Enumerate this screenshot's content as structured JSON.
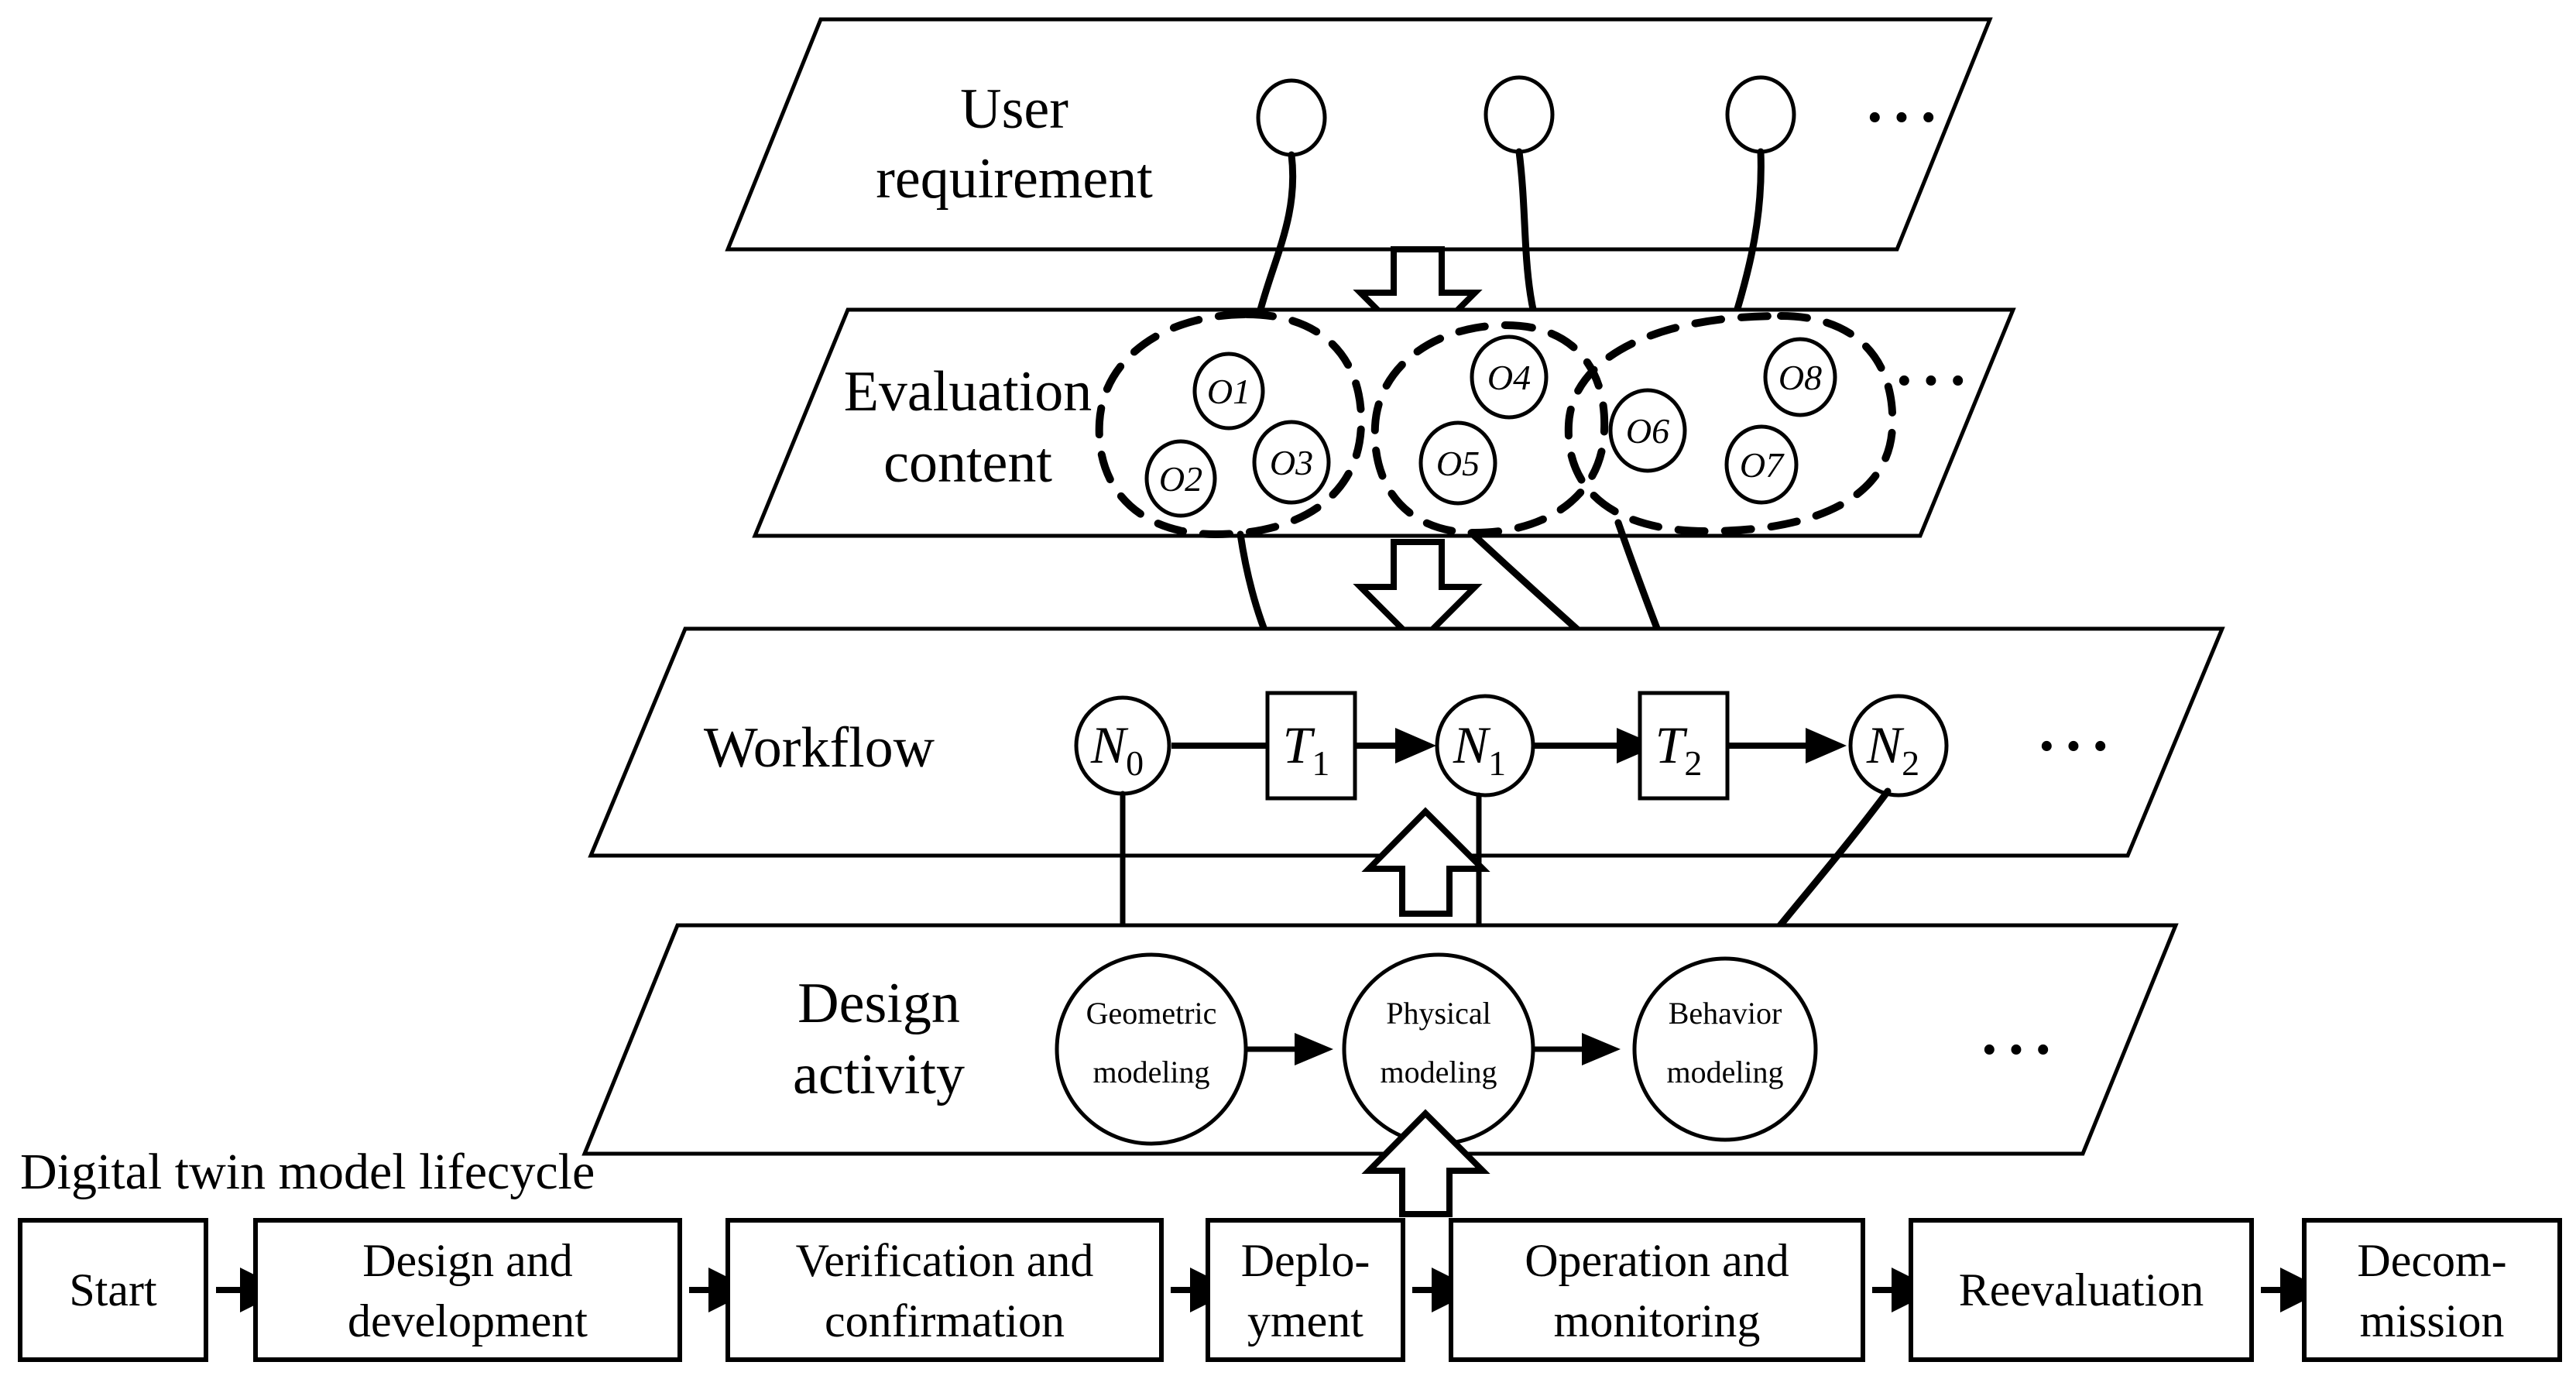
{
  "figure": {
    "title_text": "Digital twin model lifecycle",
    "ellipsis": "···"
  },
  "layers": [
    {
      "id": "user-requirement",
      "label_line1": "User",
      "label_line2": "requirement",
      "ellipsis": "···"
    },
    {
      "id": "evaluation-content",
      "label_line1": "Evaluation",
      "label_line2": "content",
      "ellipsis": "···"
    },
    {
      "id": "workflow",
      "label_line1": "Workflow",
      "label_line2": "",
      "ellipsis": "···"
    },
    {
      "id": "design-activity",
      "label_line1": "Design",
      "label_line2": "activity",
      "ellipsis": "···"
    }
  ],
  "user_requirement": {
    "nodes": [
      {
        "id": "ur1",
        "label": ""
      },
      {
        "id": "ur2",
        "label": ""
      },
      {
        "id": "ur3",
        "label": ""
      }
    ],
    "ellipsis": "···"
  },
  "evaluation_content": {
    "nodes": [
      {
        "id": "O1",
        "label": "O1"
      },
      {
        "id": "O2",
        "label": "O2"
      },
      {
        "id": "O3",
        "label": "O3"
      },
      {
        "id": "O4",
        "label": "O4"
      },
      {
        "id": "O5",
        "label": "O5"
      },
      {
        "id": "O6",
        "label": "O6"
      },
      {
        "id": "O7",
        "label": "O7"
      },
      {
        "id": "O8",
        "label": "O8"
      }
    ],
    "groups": [
      {
        "id": "group-1",
        "members": [
          "O1",
          "O2",
          "O3"
        ]
      },
      {
        "id": "group-2",
        "members": [
          "O4",
          "O5"
        ]
      },
      {
        "id": "group-3",
        "members": [
          "O6",
          "O7",
          "O8"
        ]
      }
    ],
    "ellipsis": "···"
  },
  "workflow": {
    "nodes": [
      {
        "id": "N0",
        "base": "N",
        "sub": "0",
        "type": "place"
      },
      {
        "id": "T1",
        "base": "T",
        "sub": "1",
        "type": "transition"
      },
      {
        "id": "N1",
        "base": "N",
        "sub": "1",
        "type": "place"
      },
      {
        "id": "T2",
        "base": "T",
        "sub": "2",
        "type": "transition"
      },
      {
        "id": "N2",
        "base": "N",
        "sub": "2",
        "type": "place"
      }
    ],
    "ellipsis": "···"
  },
  "design_activity": {
    "nodes": [
      {
        "id": "geometric-modeling",
        "line1": "Geometric",
        "line2": "modeling"
      },
      {
        "id": "physical-modeling",
        "line1": "Physical",
        "line2": "modeling"
      },
      {
        "id": "behavior-modeling",
        "line1": "Behavior",
        "line2": "modeling"
      }
    ],
    "ellipsis": "···"
  },
  "lifecycle": {
    "title": "Digital twin model lifecycle",
    "stages": [
      {
        "id": "start",
        "line1": "Start",
        "line2": ""
      },
      {
        "id": "design-and-development",
        "line1": "Design and",
        "line2": "development"
      },
      {
        "id": "verification-and-confirmation",
        "line1": "Verification and",
        "line2": "confirmation"
      },
      {
        "id": "deployment",
        "line1": "Deplo-",
        "line2": "yment"
      },
      {
        "id": "operation-and-monitoring",
        "line1": "Operation and",
        "line2": "monitoring"
      },
      {
        "id": "reevaluation",
        "line1": "Reevaluation",
        "line2": ""
      },
      {
        "id": "decommission",
        "line1": "Decom-",
        "line2": "mission"
      }
    ]
  },
  "colors": {
    "stroke": "#000000",
    "fill": "#ffffff"
  }
}
